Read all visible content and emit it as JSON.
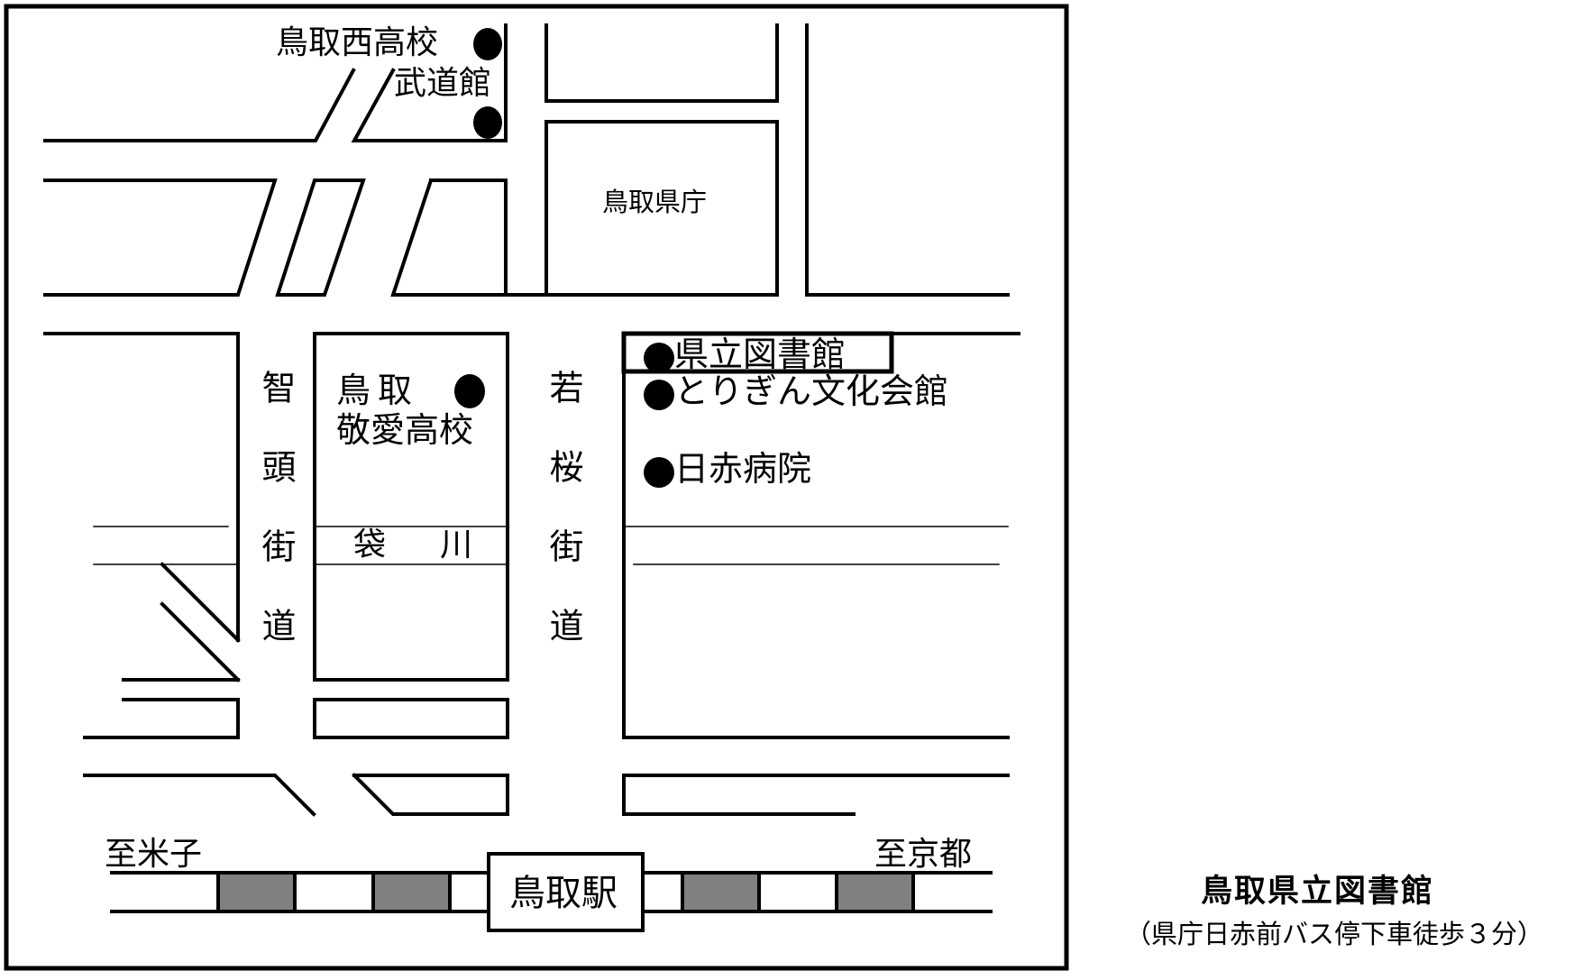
{
  "map": {
    "landmarks": {
      "nishi_high": "鳥取西高校",
      "budokan": "武道館",
      "prefectural_office": "鳥取県庁",
      "library": "県立図書館",
      "torigin_hall": "とりぎん文化会館",
      "red_cross_hospital": "日赤病院",
      "keiai_high_line1": "鳥取",
      "keiai_high_line2": "敬愛高校",
      "river": "袋　川",
      "station": "鳥取駅"
    },
    "streets": {
      "chizu_kaido": "智頭街道",
      "wakasa_kaido": "若桜街道"
    },
    "directions": {
      "to_yonago": "至米子",
      "to_kyoto": "至京都"
    },
    "colors": {
      "line": "#000000",
      "rail_block": "#808080",
      "background": "#ffffff"
    }
  },
  "caption": {
    "title": "鳥取県立図書館",
    "subtitle": "（県庁日赤前バス停下車徒歩３分）"
  }
}
